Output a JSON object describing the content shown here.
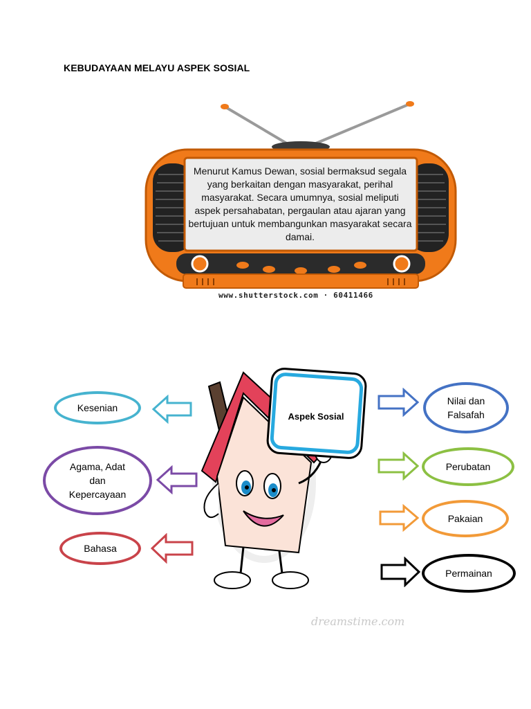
{
  "title": "KEBUDAYAAN MELAYU ASPEK SOSIAL",
  "tv": {
    "text": "Menurut Kamus Dewan, sosial bermaksud segala yang berkaitan dengan masyarakat, perihal masyarakat. Secara umumnya, sosial meliputi aspek persahabatan, pergaulan atau ajaran yang bertujuan untuk membangunkan masyarakat secara damai.",
    "watermark": "www.shutterstock.com · 60411466",
    "color": "#f07a1a"
  },
  "center": {
    "label": "Aspek Sosial"
  },
  "left_nodes": [
    {
      "label": "Kesenian",
      "color": "#46b3cf"
    },
    {
      "label": "Agama, Adat dan Kepercayaan",
      "color": "#7b4aa6"
    },
    {
      "label": "Bahasa",
      "color": "#c9434a"
    }
  ],
  "right_nodes": [
    {
      "label": "Nilai dan Falsafah",
      "color": "#4472c4"
    },
    {
      "label": "Perubatan",
      "color": "#8cc043"
    },
    {
      "label": "Pakaian",
      "color": "#f29a38"
    },
    {
      "label": "Permainan",
      "color": "#000000"
    }
  ],
  "dreamstime_mark": "dreamstime.com"
}
